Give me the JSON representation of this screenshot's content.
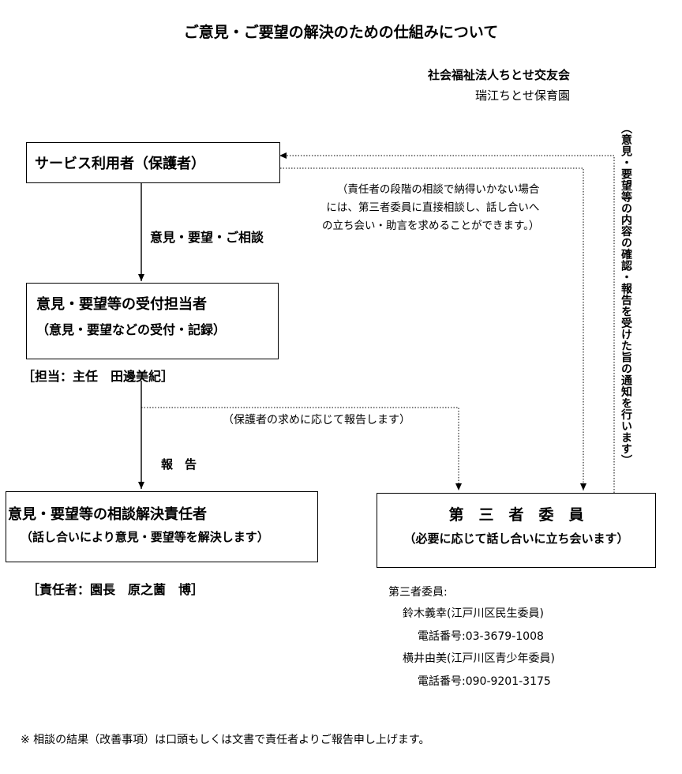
{
  "title": "ご意見・ご要望の解決のための仕組みについて",
  "organization": {
    "corporation": "社会福祉法人ちとせ交友会",
    "facility": "瑞江ちとせ保育園"
  },
  "boxes": {
    "user": {
      "label": "サービス利用者（保護者）"
    },
    "reception": {
      "label": "意見・要望等の受付担当者",
      "sublabel": "（意見・要望などの受付・記録）",
      "person": "［担当：主任　田邊美紀］"
    },
    "resolver": {
      "label": "意見・要望等の相談解決責任者",
      "sublabel": "（話し合いにより意見・要望等を解決します）",
      "person": "［責任者：園長　原之薗　博］"
    },
    "third_party": {
      "label": "第　三　者　委　員",
      "sublabel": "（必要に応じて話し合いに立ち会います）"
    }
  },
  "arrows": {
    "user_to_reception": "意見・要望・ご相談",
    "reception_to_resolver": "報　告",
    "reception_to_third": "（保護者の求めに応じて報告します）",
    "user_to_third_note": [
      "（責任者の段階の相談で納得いかない場合",
      "には、第三者委員に直接相談し、話し合いへ",
      "の立ち会い・助言を求めることができます。）"
    ],
    "third_to_user_vertical": "（意見・要望等の内容の確認・報告を受けた旨の通知を行います）"
  },
  "third_party_members": {
    "heading": "第三者委員:",
    "members": [
      {
        "name": "鈴木義幸(江戸川区民生委員)",
        "phone": "電話番号:03-3679-1008"
      },
      {
        "name": "横井由美(江戸川区青少年委員)",
        "phone": "電話番号:090-9201-3175"
      }
    ]
  },
  "footnote": "※ 相談の結果（改善事項）は口頭もしくは文書で責任者よりご報告申し上げます。"
}
